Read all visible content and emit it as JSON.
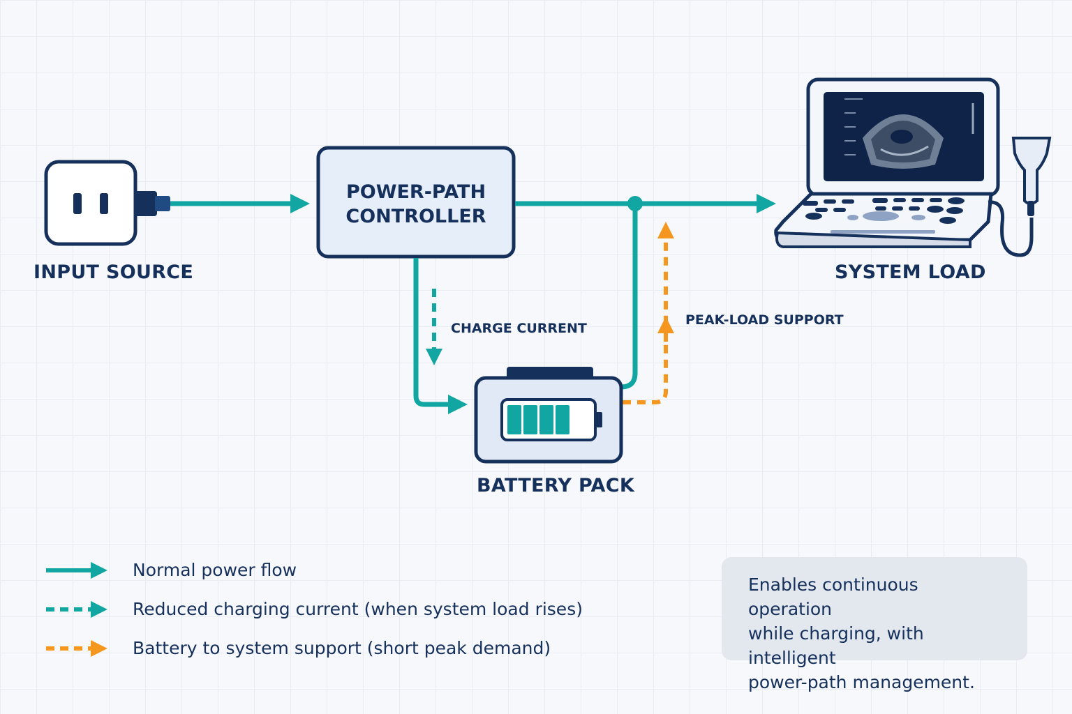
{
  "nodes": {
    "input": {
      "label": "INPUT SOURCE"
    },
    "controller": {
      "line1": "POWER-PATH",
      "line2": "CONTROLLER"
    },
    "battery": {
      "label": "BATTERY PACK"
    },
    "load": {
      "label": "SYSTEM LOAD"
    }
  },
  "flows": {
    "charge": {
      "label": "CHARGE CURRENT"
    },
    "peak": {
      "label": "PEAK-LOAD SUPPORT"
    }
  },
  "legend": [
    {
      "label": "Normal power flow"
    },
    {
      "label": "Reduced charging current (when system load rises)"
    },
    {
      "label": "Battery to system support (short peak demand)"
    }
  ],
  "note": {
    "line1": "Enables continuous operation",
    "line2": "while charging, with intelligent",
    "line3": "power-path management."
  },
  "battery_level": {
    "filled_bars": 4,
    "total_bars": 4
  },
  "colors": {
    "normal": "#12a6a2",
    "peak": "#f5961e",
    "ink": "#16305c",
    "box_fill": "#e6eefa"
  }
}
